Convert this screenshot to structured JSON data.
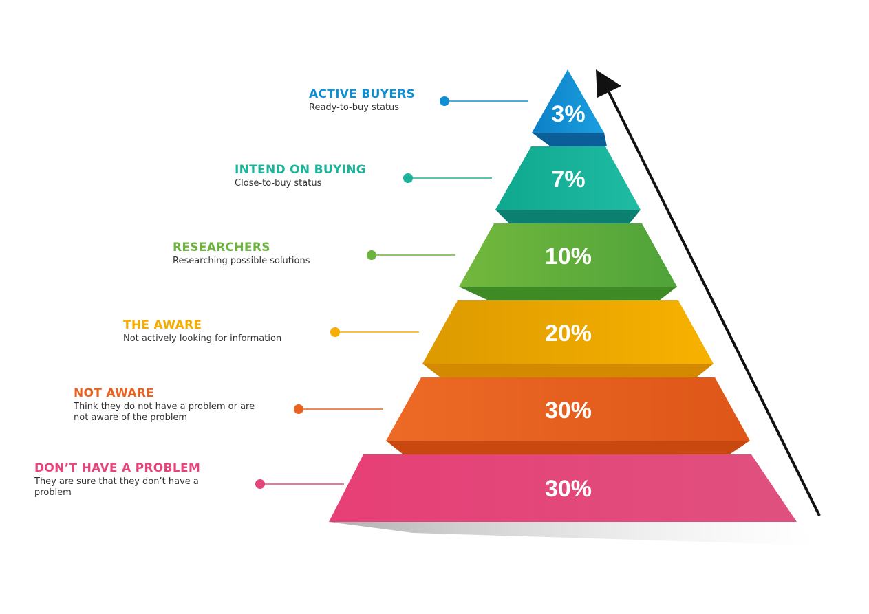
{
  "levels": [
    {
      "title": "ACTIVE BUYERS",
      "description": "Ready-to-buy status",
      "percent": "3%",
      "color": "#0f8fd2",
      "color_dark": "#0a6cad"
    },
    {
      "title": "INTEND ON BUYING",
      "description": "Close-to-buy status",
      "percent": "7%",
      "color": "#1bb39a",
      "color_dark": "#0f8f7c"
    },
    {
      "title": "RESEARCHERS",
      "description": "Researching possible solutions",
      "percent": "10%",
      "color": "#6db33f",
      "color_dark": "#4e9a2e"
    },
    {
      "title": "THE AWARE",
      "description": "Not actively looking for information",
      "percent": "20%",
      "color": "#f5ad00",
      "color_dark": "#d98f00"
    },
    {
      "title": "NOT AWARE",
      "description": "Think they do not have a problem or are not aware of the problem",
      "percent": "30%",
      "color": "#ea6220",
      "color_dark": "#c84b12"
    },
    {
      "title": "DON’T HAVE A PROBLEM",
      "description": "They are sure that they don’t have a problem",
      "percent": "30%",
      "color": "#e6457a",
      "color_dark": "#c23563"
    }
  ]
}
